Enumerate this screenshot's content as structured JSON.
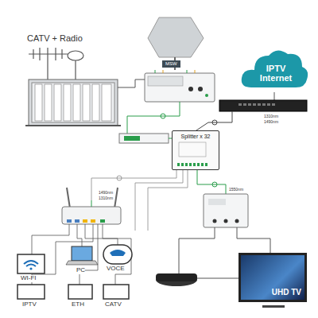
{
  "diagram": {
    "nodes": [
      {
        "text": [
          "IPTV Internet"
        ]
      },
      {
        "text": [
          "MSW"
        ]
      },
      {
        "text": [
          "Splitter x 32"
        ]
      },
      {
        "text": [
          "UHD TV"
        ]
      }
    ],
    "labels": [
      "CATV + Radio",
      "1310nm",
      "1490nm",
      "1490nm",
      "1310nm",
      "1550nm",
      "WI-FI",
      "PC",
      "VOCE",
      "IPTV",
      "ETH",
      "CATV"
    ]
  }
}
